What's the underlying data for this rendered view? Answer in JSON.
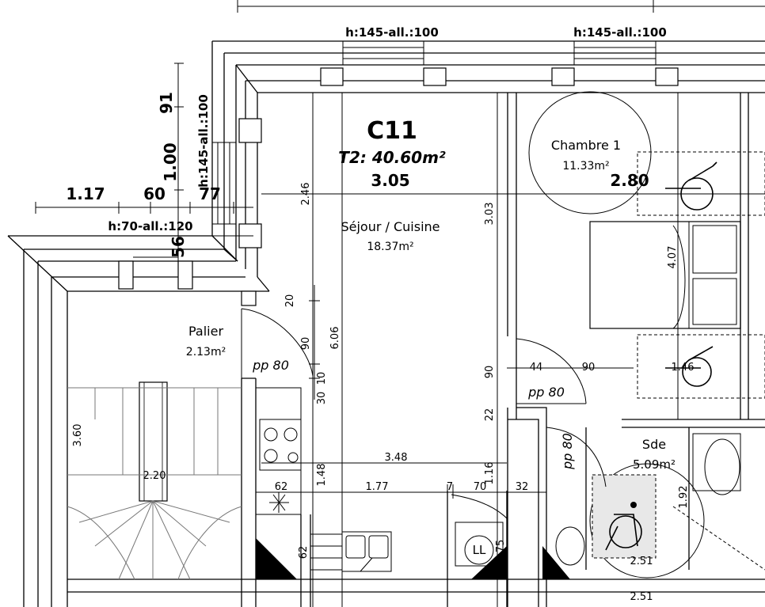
{
  "unit": {
    "code": "C11",
    "type_area": "T2: 40.60m²",
    "width": "3.05"
  },
  "rooms": {
    "sejour": {
      "name": "Séjour / Cuisine",
      "area": "18.37m²"
    },
    "chambre": {
      "name": "Chambre 1",
      "area": "11.33m²",
      "width": "2.80"
    },
    "palier": {
      "name": "Palier",
      "area": "2.13m²"
    },
    "sde": {
      "name": "Sde",
      "area": "5.09m²"
    }
  },
  "windows": {
    "top_left": "h:145-all.:100",
    "top_right": "h:145-all.:100",
    "side": "h:145-all.:100",
    "palier": "h:70-all.:120"
  },
  "doors": {
    "palier": "pp 80",
    "chambre": "pp 80",
    "sde": "pp 80"
  },
  "dims": {
    "d117": "1.17",
    "d60": "60",
    "d77": "77",
    "d91": "91",
    "d100": "1.00",
    "d56": "56",
    "d246": "2.46",
    "d303": "3.03",
    "d407": "4.07",
    "d606": "6.06",
    "d20": "20",
    "d90a": "90",
    "d10": "10",
    "d30": "30",
    "d90b": "90",
    "d44": "44",
    "d90c": "90",
    "d146": "1.46",
    "d22": "22",
    "d360": "3.60",
    "d220": "2.20",
    "d348": "3.48",
    "d148": "1.48",
    "d177": "1.77",
    "d62a": "62",
    "d7": "7",
    "d70": "70",
    "d116": "1.16",
    "d32": "32",
    "d192": "1.92",
    "d251a": "2.51",
    "d251b": "2.51",
    "d62b": "62",
    "d75": "75",
    "ll": "LL"
  }
}
